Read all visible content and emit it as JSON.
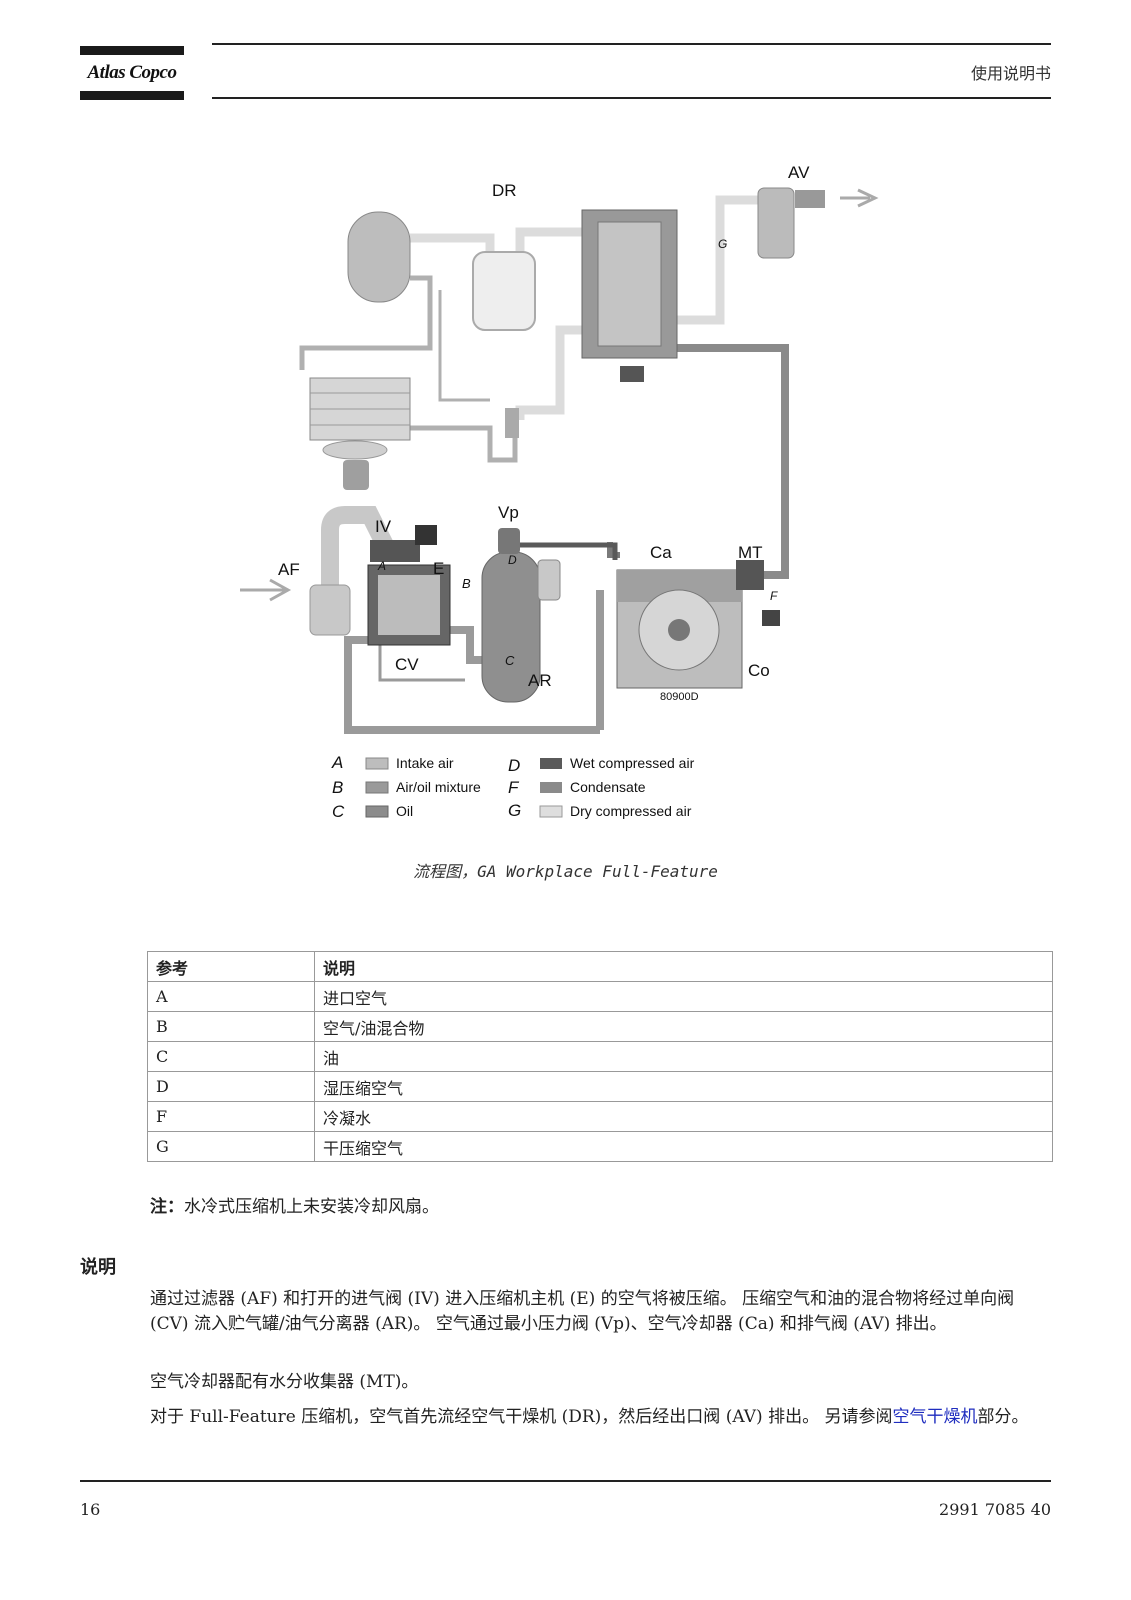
{
  "header": {
    "logo_text": "Atlas Copco",
    "title": "使用说明书"
  },
  "diagram": {
    "labels": {
      "dr": "DR",
      "av": "AV",
      "g": "G",
      "iv": "IV",
      "vp": "Vp",
      "af": "AF",
      "a": "A",
      "e": "E",
      "b": "B",
      "d": "D",
      "cv": "CV",
      "c": "C",
      "ar": "AR",
      "ca": "Ca",
      "mt": "MT",
      "f": "F",
      "co": "Co",
      "code": "80900D"
    },
    "legend": [
      {
        "key": "A",
        "text": "Intake air",
        "color": "#bdbdbd"
      },
      {
        "key": "B",
        "text": "Air/oil mixture",
        "color": "#9a9a9a"
      },
      {
        "key": "C",
        "text": "Oil",
        "color": "#8c8c8c"
      },
      {
        "key": "D",
        "text": "Wet compressed air",
        "color": "#5a5a5a"
      },
      {
        "key": "F",
        "text": "Condensate",
        "color": "#8a8a8a"
      },
      {
        "key": "G",
        "text": "Dry compressed air",
        "color": "#dedede"
      }
    ]
  },
  "caption": "流程图，GA Workplace Full-Feature",
  "table": {
    "headers": [
      "参考",
      "说明"
    ],
    "rows": [
      [
        "A",
        "进口空气"
      ],
      [
        "B",
        "空气/油混合物"
      ],
      [
        "C",
        "油"
      ],
      [
        "D",
        "湿压缩空气"
      ],
      [
        "F",
        "冷凝水"
      ],
      [
        "G",
        "干压缩空气"
      ]
    ]
  },
  "note": {
    "label": "注：",
    "text": "水冷式压缩机上未安装冷却风扇。"
  },
  "section_title": "说明",
  "paragraphs": {
    "p1": "通过过滤器 (AF) 和打开的进气阀 (IV) 进入压缩机主机 (E) 的空气将被压缩。 压缩空气和油的混合物将经过单向阀 (CV) 流入贮气罐/油气分离器 (AR)。 空气通过最小压力阀 (Vp)、空气冷却器 (Ca) 和排气阀 (AV) 排出。",
    "p2": "空气冷却器配有水分收集器 (MT)。",
    "p3_before": "对于 Full-Feature 压缩机，空气首先流经空气干燥机 (DR)，然后经出口阀 (AV) 排出。 另请参阅",
    "p3_link": "空气干燥机",
    "p3_after": "部分。"
  },
  "footer": {
    "page": "16",
    "doc_number": "2991 7085 40"
  }
}
